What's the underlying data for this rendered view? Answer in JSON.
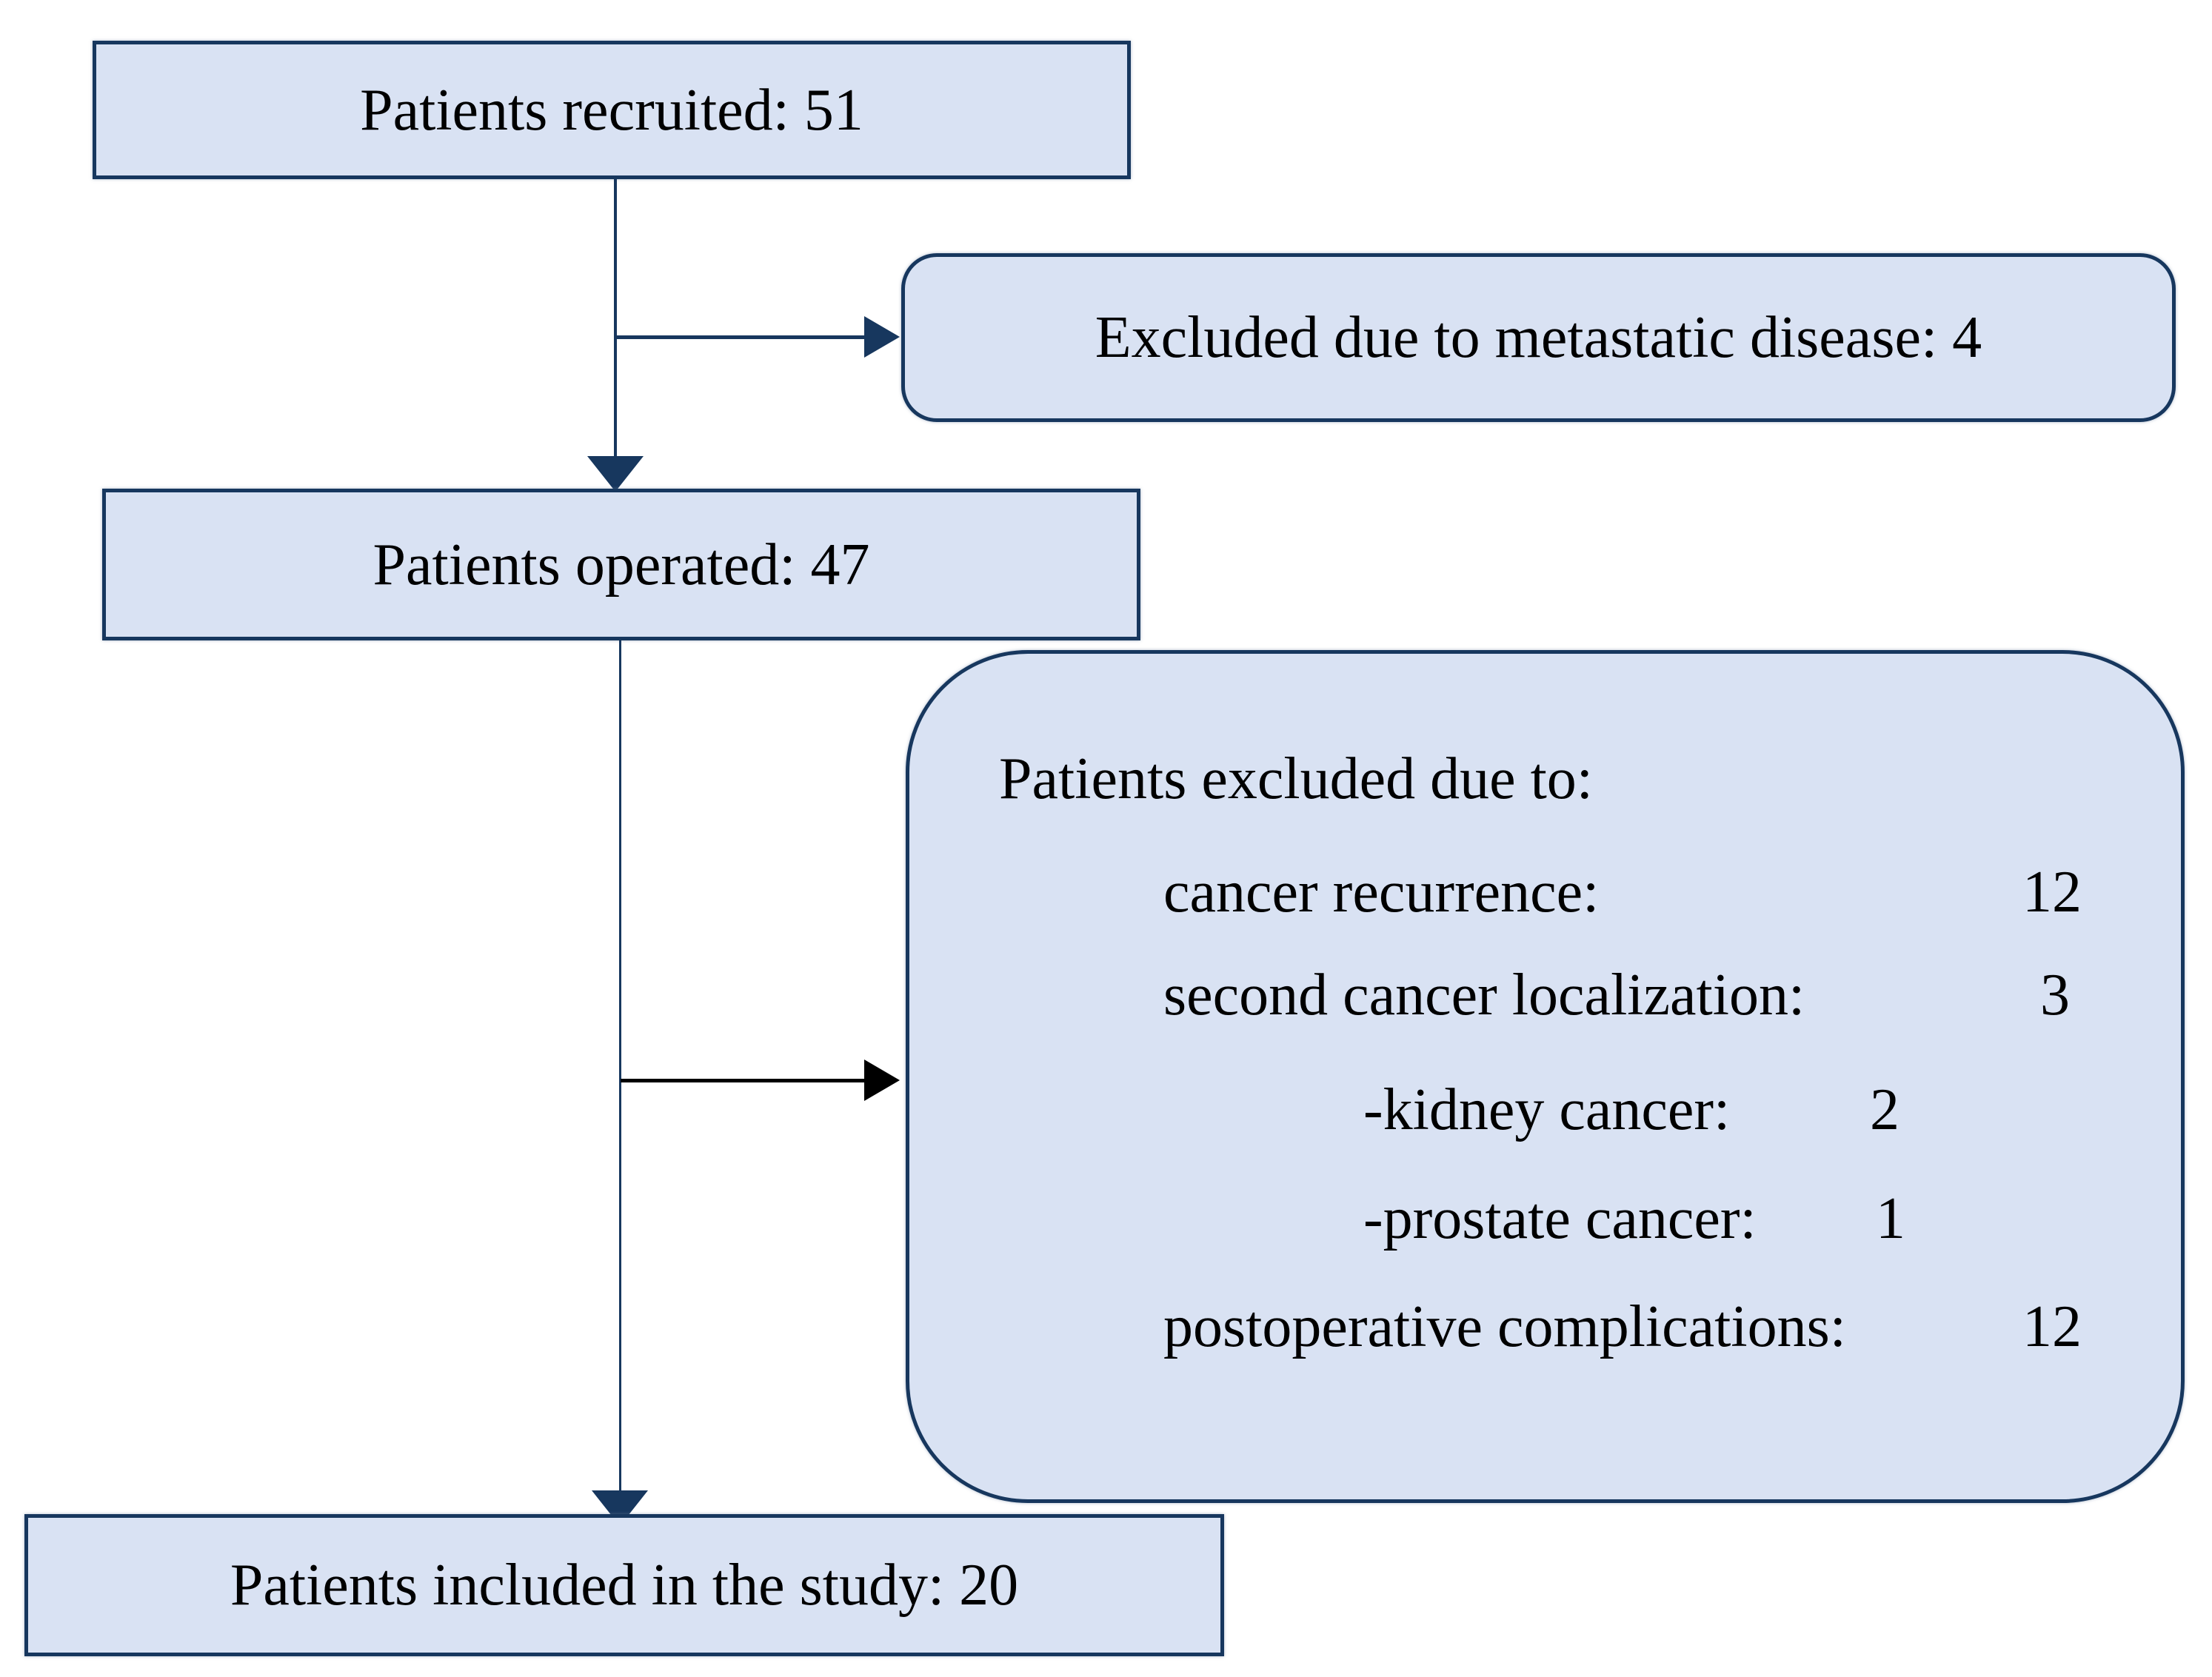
{
  "diagram": {
    "boxes": {
      "recruited": {
        "label": "Patients recruited: 51"
      },
      "excluded_metastatic": {
        "label": "Excluded due to metastatic disease: 4"
      },
      "operated": {
        "label": "Patients operated: 47"
      },
      "included": {
        "label": "Patients included in the study: 20"
      }
    },
    "exclusion_box": {
      "title": "Patients excluded due to:",
      "rows": [
        {
          "label": "cancer recurrence:",
          "value": "12",
          "indent": 1
        },
        {
          "label": "second cancer localization:",
          "value": "3",
          "indent": 1
        },
        {
          "label": "-kidney cancer:",
          "value": "2",
          "indent": 2
        },
        {
          "label": "-prostate cancer:",
          "value": "1",
          "indent": 2
        },
        {
          "label": "postoperative complications:",
          "value": "12",
          "indent": 1
        }
      ]
    },
    "colors": {
      "box_fill": "#d9e2f3",
      "box_border": "#17375e",
      "arrow_navy": "#17375e",
      "arrow_black": "#000000",
      "text": "#000000",
      "background": "#ffffff"
    }
  }
}
